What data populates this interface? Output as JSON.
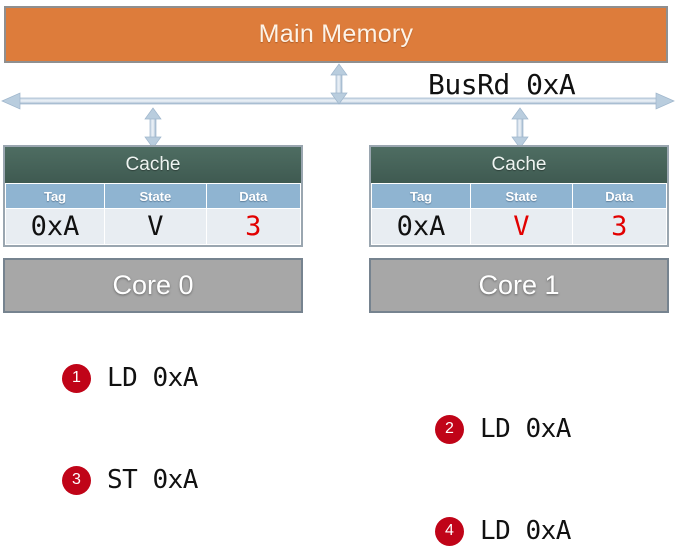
{
  "diagram": {
    "memory": {
      "label": "Main Memory",
      "color": "#dd7c3b"
    },
    "bus": {
      "label": "BusRd 0xA",
      "arrow_icon": "horizontal-double-arrow-icon",
      "color": "#a8bfd4"
    },
    "connectors": [
      {
        "name": "memory-to-bus-connector",
        "icon": "vertical-double-arrow-icon"
      },
      {
        "name": "bus-to-cache-0-connector",
        "icon": "vertical-double-arrow-icon"
      },
      {
        "name": "bus-to-cache-1-connector",
        "icon": "vertical-double-arrow-icon"
      }
    ],
    "caches": [
      {
        "title": "Cache",
        "headers": [
          "Tag",
          "State",
          "Data"
        ],
        "row": [
          {
            "text": "0xA",
            "color": "#111111"
          },
          {
            "text": "V",
            "color": "#111111"
          },
          {
            "text": "3",
            "color": "#e20000"
          }
        ]
      },
      {
        "title": "Cache",
        "headers": [
          "Tag",
          "State",
          "Data"
        ],
        "row": [
          {
            "text": "0xA",
            "color": "#111111"
          },
          {
            "text": "V",
            "color": "#e20000"
          },
          {
            "text": "3",
            "color": "#e20000"
          }
        ]
      }
    ],
    "cores": [
      {
        "label": "Core 0"
      },
      {
        "label": "Core 1"
      }
    ],
    "steps": [
      {
        "number": "1",
        "op": "LD 0xA"
      },
      {
        "number": "2",
        "op": "LD 0xA"
      },
      {
        "number": "3",
        "op": "ST 0xA"
      },
      {
        "number": "4",
        "op": "LD 0xA"
      }
    ],
    "colors": {
      "badge": "#c00418",
      "cache_header": "#456359",
      "table_header": "#8fb4d1",
      "core": "#a7a7a7",
      "highlight": "#e20000"
    }
  }
}
